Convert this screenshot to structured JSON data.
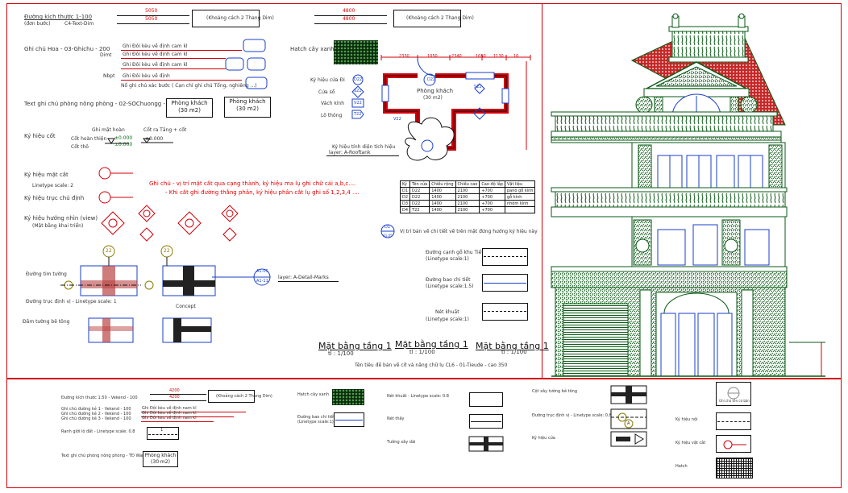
{
  "top_left": {
    "scale_label": "Đường kích thước 1-100",
    "scale_label_sub": "(đơn bước)",
    "scale_layer": "C4-Text-Dim",
    "dim_top": "5050",
    "dim_bottom": "5050",
    "note_button_1": "(Khoảng cách 2 Thang Dim)",
    "dim_top_2": "4800",
    "dim_bottom_2": "4800",
    "note_button_2": "(Khoảng cách 2 Thang Dim)",
    "annot_label": "Ghi chú Hoa - 03-Ghichu - 200",
    "annot_sub": "Dimt",
    "annot_lines": [
      "Ghi Đôi kèu về định cam kl",
      "Ghi Đôi kèu về định cam kl",
      "Ghi Đôi kèu về định cam kl",
      "Ghi Đôi kèu về định"
    ],
    "annot_note": "Nbpt",
    "annot_caption": "Nổ ghi chú xác bước ( Cạn chỉ ghi chú Tổng, nghiêng ...)",
    "room_text_label": "Text ghi chú phòng nông phòng - 02-SOChuongg - 350",
    "room1": [
      "Phòng khách",
      "(30 m2)"
    ],
    "room2": [
      "Phòng khách",
      "(30 m2)"
    ],
    "level_label": "Ký hiệu cốt",
    "level_sub1": "Ghi mặt hoàn",
    "level_sub2": "Cốt hoàn thiện",
    "level_sub3": "Cốt thô",
    "level_sub4": "Cốt ra Tăng + cốt",
    "level_v1": "±0.000",
    "level_v2": "±0.000",
    "level_v3": "±0.000",
    "hatch_label": "Hatch cây xanh",
    "section_label": "Ký hiệu mặt cắt",
    "section_sub": "Linetype scale: 2",
    "axis_label": "Ký hiệu trục chú định",
    "view_label": "Ký hiệu hướng nhìn (view)",
    "view_sub": "(Mặt bằng khai triển)",
    "red_note_1": "Ghi chú - vị trí mặt cắt qua cạng thành, ký hiệu ma lụ ghi chữ cái a,b,c....",
    "red_note_2": "- Khi cắt ghi đường thẳng phân, ký hiệu phân cắt lụ ghi số 1,2,3,4 ....",
    "wall_label_1": "Đường tim tường",
    "wall_label_2": "Đường trục định vị - Linetype scale: 1",
    "wall_label_3": "Đầm tường bê tông",
    "col_marker_1": "22",
    "col_marker_2": "22",
    "detail_label": "Concept",
    "detail_tag_top": "A1-05",
    "detail_tag_bot": "A1-11",
    "detail_layer": "layer: A-Detail-Marks"
  },
  "plan": {
    "room_name": "Phòng khách",
    "room_area": "(30 m2)",
    "legend": [
      "Ký hiệu cửa Đi",
      "Cửa sổ",
      "Vách kính",
      "Lô thông"
    ],
    "legend_tags": [
      "D22",
      "S22",
      "V22",
      "T22"
    ],
    "door_tag": "D22",
    "window_tag": "S22",
    "vent_tag": "V22",
    "dims": [
      "2330",
      "1050",
      "2340",
      "1050",
      "1130",
      "10"
    ],
    "layer_note_1": "Ký hiệu tính diện tích hiệu",
    "layer_note_2": "layer: A-Rooftank"
  },
  "door_table": {
    "headers": [
      "Ký",
      "Tên cửa",
      "Chiều rộng",
      "Chiều cao",
      "Cao độ lắp",
      "Vật liệu"
    ],
    "rows": [
      [
        "D1",
        "D22",
        "1400",
        "2100",
        "+700",
        "panô gỗ kính"
      ],
      [
        "D2",
        "D22",
        "1400",
        "2100",
        "+700",
        "gỗ kính"
      ],
      [
        "D3",
        "D22",
        "1400",
        "2100",
        "+700",
        "nhôm kính"
      ],
      [
        "D4",
        "T22",
        "1400",
        "2100",
        "+700",
        ""
      ]
    ]
  },
  "legend_right": {
    "detail_note": "Vị trí bản vẽ chi tiết vẽ trên mặt đứng hướng ký hiệu này",
    "detail_tag": "D1",
    "detail_tag_2": "A1.05",
    "items": [
      {
        "label": "Đường cạnh gỗ khu Tiết",
        "sub": "(Linetype scale:1)"
      },
      {
        "label": "Đường bao chi tiết",
        "sub": "(Linetype scale:1.5)"
      },
      {
        "label": "Nét khuất",
        "sub": "(Linetype scale:1)"
      }
    ]
  },
  "titles": [
    {
      "name": "Mặt bằng tầng 1",
      "scale": "tl : 1/100"
    },
    {
      "name": "Mặt bằng tầng 1",
      "scale": "tl : 1/100"
    },
    {
      "name": "Mặt bằng tầng 1",
      "scale": "tl : 1/100"
    }
  ],
  "titles_caption": "Tên tiêu đề bản vẽ cỡ và năng chữ lụ CL6 - 01-Tieude - cao 350",
  "bottom": {
    "c1": [
      "Đường kích thước 1:50 - Vekend - 100",
      "Ghi chú đường kẻ 1 - Vekend - 100",
      "Ghi chú đường kẻ 2 - Vekend - 100",
      "Ghi chú đường kẻ 3 - Vekend - 100",
      "Ranh giới lô đất - Linetype scale: 0.8",
      "Text ghi chú phòng nông phòng - TĐ Wandlit - 200"
    ],
    "c1_dim1": "4200",
    "c1_dim2": "4200",
    "c1_note": "(Khoảng cách 2 Thang Dim)",
    "c1_lines": [
      "Ghi Đôi kèu về định nam kl",
      "Ghi Đôi kèu về định nam kl",
      "Ghi Đôi kèu về định nam kl"
    ],
    "c1_room": [
      "Phòng khách",
      "(30 m2)"
    ],
    "c1_small": "1",
    "c2": [
      "Hatch cây xanh",
      "Đường bao chi tiết",
      "(Linetype scale:1)"
    ],
    "c3": [
      "Nét khuất - Linetype scale: 0.8",
      "Nét thấy",
      "Tường xây dài"
    ],
    "c4": [
      "Cột xây tường bê tông",
      "Đường trục định vị - Linetype scale: 0.8",
      "Ký hiệu cửa"
    ],
    "c4_tag": "A",
    "c5": [
      "Ký hiệu nội",
      "Ký hiệu vật cắt",
      "Hatch"
    ],
    "c5_note": "Ghi chú tên cơ bản"
  },
  "colors": {
    "frame": "#d0000a",
    "facade_green": "#0a5a14",
    "roof_red": "#c62828",
    "blue": "#1a3fc8"
  }
}
